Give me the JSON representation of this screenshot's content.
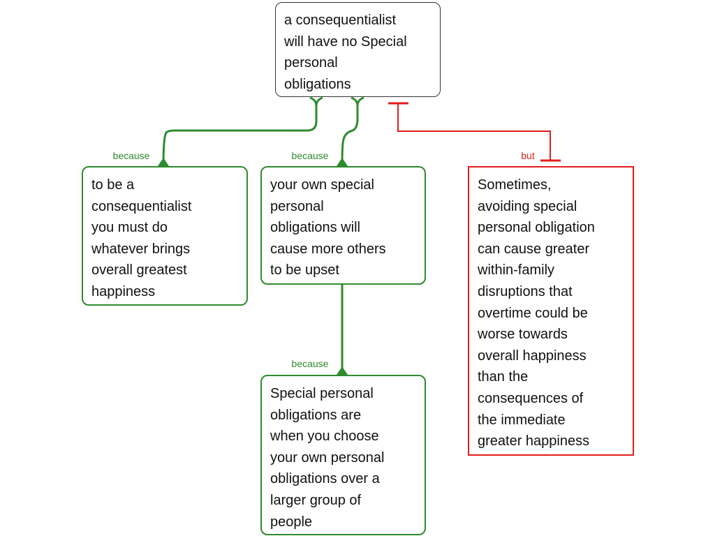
{
  "colors": {
    "support": "#2e8b2e",
    "oppose": "#e41c1c",
    "claim_border": "#333333"
  },
  "nodes": {
    "claim": "a consequentialist\nwill have no Special\npersonal\nobligations",
    "reason_1": "to be a\nconsequentialist\nyou must do\nwhatever brings\noverall greatest\nhappiness",
    "reason_2": "your own special\npersonal\nobligations will\ncause more others\nto be upset",
    "reason_3": "Special personal\nobligations are\nwhen you choose\nyour own personal\nobligations  over a\nlarger group of\npeople",
    "objection_1": "Sometimes,\navoiding special\npersonal obligation\ncan cause greater\nwithin-family\ndisruptions that\novertime could be\nworse towards\noverall happiness\nthan the\nconsequences of\nthe immediate\ngreater happiness"
  },
  "links": {
    "reason_1_label": "because",
    "reason_2_label": "because",
    "reason_3_label": "because",
    "objection_1_label": "but"
  }
}
